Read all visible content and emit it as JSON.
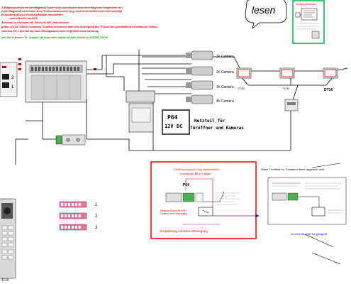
{
  "header": {
    "lines": [
      "1 (Etagentaster) ist für den Etagenruf Taster nicht anschließen wenn kein Etagenruf vorgesehen ist !",
      "2 (bei Etagenruf) nicht Video zum TV anschließen wenn lang, nicht anschließen wenn nicht benötigt",
      "Einbindung (Bus) in Richtung Monitor anschließen",
      "unten Monitor am BUS",
      "Anschluß von Schalter mit Strom via NKC anschliessen",
      "gelber 12V DC 500mA = anderem Türöffner verwenden oder eine Versorgung des TÖ über den potentialfreien Kontakt der  Station",
      "zone des TÖ = 12V 300 mA oder Öffnungsdauer nicht eingestellt siehe Anleitung",
      "Info des externen TÖ : Support auf www.video-handel.de oder Hotline an 030/288 100 00"
    ],
    "lesen_label": "lesen",
    "notice_title": "Achtung Anschluss"
  },
  "labels": {
    "cam1": "1# Camera",
    "cam2": "2# Camera",
    "cam3": "3# Camera",
    "cam4": "4# Camera",
    "tv1": "TV7M",
    "tv2": "TV7M",
    "tv3": "DT16",
    "psu_model": "P64",
    "psu_voltage": "12V DC",
    "psu_note_1": "Netzteil für",
    "psu_note_2": "Türöffner und Kameras",
    "dip_1": "1",
    "dip_2": "2",
    "dip_3": "3",
    "panel_model": "1110",
    "left_nums": [
      "2",
      "1"
    ]
  },
  "callout_center": {
    "title_1": "Türöffner Anschluß an potentialfreien",
    "title_2": "kontakt der MDH Klingel",
    "module_label": "P64",
    "caption_1": "Relaisset Station für MDH",
    "caption_2": "Türöffner ohne Versorgung",
    "footer": "Empfehlung mit extra Versorgung"
  },
  "callout_right": {
    "title": "Wenn Türöffner im Türstation direkt angeschl. wird",
    "footer": "ist nicht für jede TÜ geeignet"
  },
  "colors": {
    "header_red": "#e00000",
    "header_green": "#00a000",
    "header_blue": "#0000ff",
    "frame_green": "#00b050",
    "callout_red": "#ff0000",
    "accent_purple": "#7030a0",
    "dip_pink": "#e8739a"
  }
}
